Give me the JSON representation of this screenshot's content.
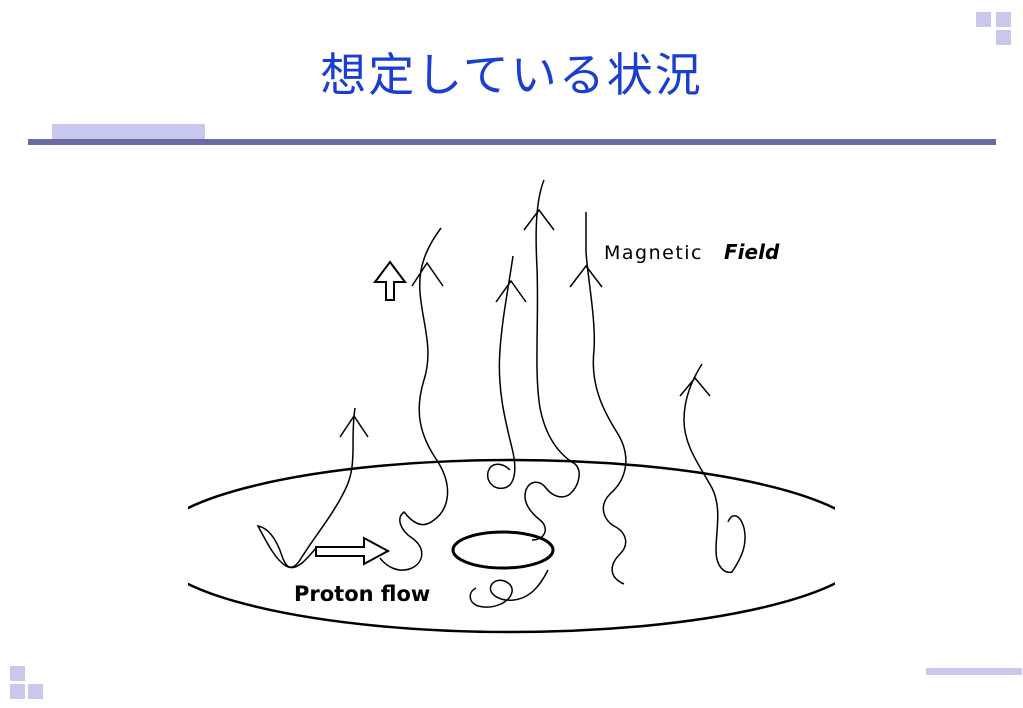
{
  "slide": {
    "title": "想定している状況"
  },
  "diagram": {
    "magnetic_label": "Magnetic",
    "field_label": "Field",
    "proton_label": "Proton flow"
  },
  "colors": {
    "title": "#1a3fd0",
    "rule": "#6b6ba3",
    "accent": "#c8c8ee"
  }
}
